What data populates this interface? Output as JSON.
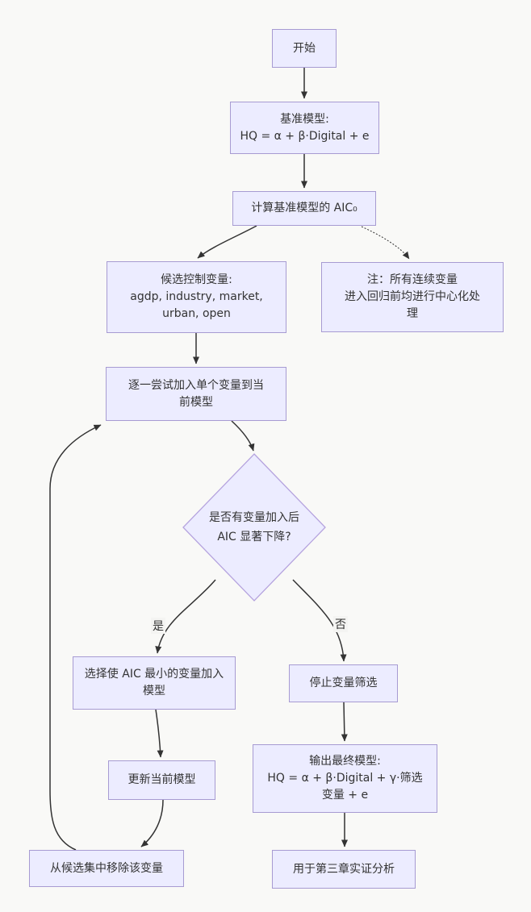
{
  "diagram": {
    "type": "flowchart",
    "nodes": {
      "start": {
        "text": "开始"
      },
      "baseline": {
        "text": "基准模型:\nHQ = α + β·Digital + e"
      },
      "aic": {
        "text": "计算基准模型的 AIC₀"
      },
      "candidates": {
        "text": "候选控制变量:\nagdp, industry, market,\nurban, open"
      },
      "note": {
        "text": "注：所有连续变量\n进入回归前均进行中心化处\n理"
      },
      "try": {
        "text": "逐一尝试加入单个变量到当\n前模型"
      },
      "decision": {
        "text": "是否有变量加入后\nAIC 显著下降?"
      },
      "select": {
        "text": "选择使 AIC 最小的变量加入\n模型"
      },
      "stop": {
        "text": "停止变量筛选"
      },
      "update": {
        "text": "更新当前模型"
      },
      "output": {
        "text": "输出最终模型:\nHQ = α + β·Digital + γ·筛选\n变量 + e"
      },
      "remove": {
        "text": "从候选集中移除该变量"
      },
      "chapter": {
        "text": "用于第三章实证分析"
      }
    },
    "edge_labels": {
      "yes": "是",
      "no": "否"
    },
    "style": {
      "bg": "#f9f9f7",
      "node_fill": "#ECECFF",
      "node_border": "#a79bd2",
      "diamond_border": "#b5a3de",
      "edge_color": "#333333",
      "text_color": "#333333",
      "label_bg": "#f4f4f2"
    }
  }
}
